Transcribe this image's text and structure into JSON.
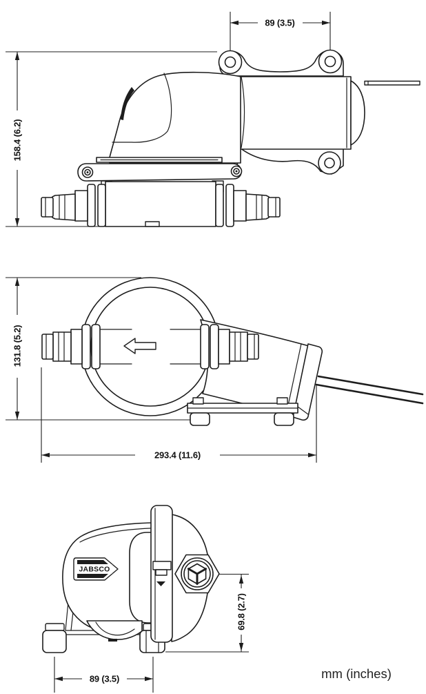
{
  "drawing": {
    "brand_logo": "JABSCO",
    "units_note": "mm (inches)",
    "colors": {
      "line": "#1d1d1d",
      "background": "#ffffff"
    },
    "views": {
      "side": {
        "label": "side-view",
        "dim_mount_hole_spacing": "89 (3.5)",
        "dim_overall_height": "158.4 (6.2)"
      },
      "top": {
        "label": "top-view",
        "dim_overall_width": "131.8 (5.2)",
        "dim_overall_length": "293.4 (11.6)"
      },
      "front": {
        "label": "front-view",
        "dim_port_center_height": "69.8 (2.7)",
        "dim_foot_spacing": "89 (3.5)"
      }
    }
  }
}
